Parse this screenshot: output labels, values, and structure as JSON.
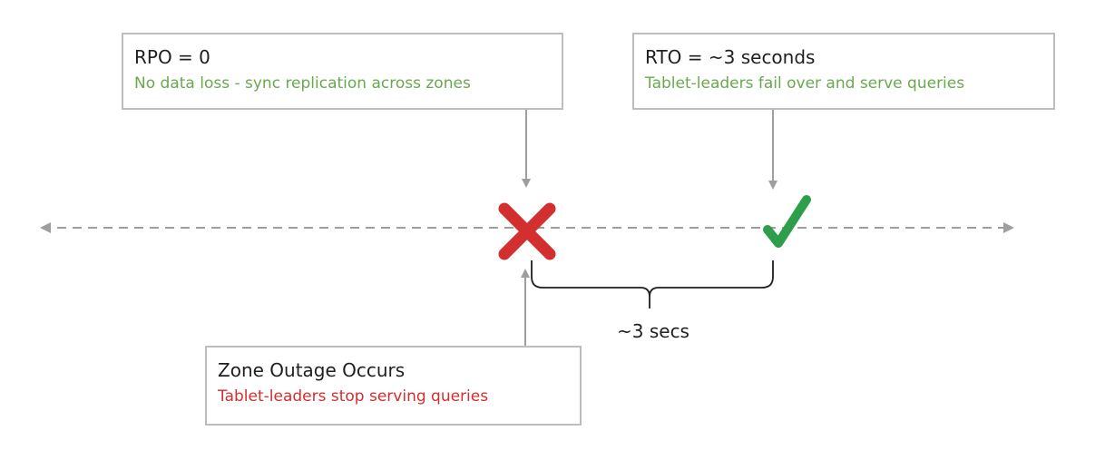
{
  "rpo_box": {
    "title": "RPO = 0",
    "subtitle": "No data loss - sync replication across zones"
  },
  "rto_box": {
    "title": "RTO = ~3 seconds",
    "subtitle": "Tablet-leaders fail over and serve queries"
  },
  "outage_box": {
    "title": "Zone Outage Occurs",
    "subtitle": "Tablet-leaders stop serving queries"
  },
  "interval_label": "~3 secs",
  "colors": {
    "success": "#6aa84f",
    "failure": "#d32f2f",
    "check": "#2e9e4a",
    "cross": "#d32f2f",
    "line": "#9e9e9e",
    "border": "#bdbdbd"
  },
  "icons": {
    "failure_marker": "cross-icon",
    "recovery_marker": "checkmark-icon"
  }
}
